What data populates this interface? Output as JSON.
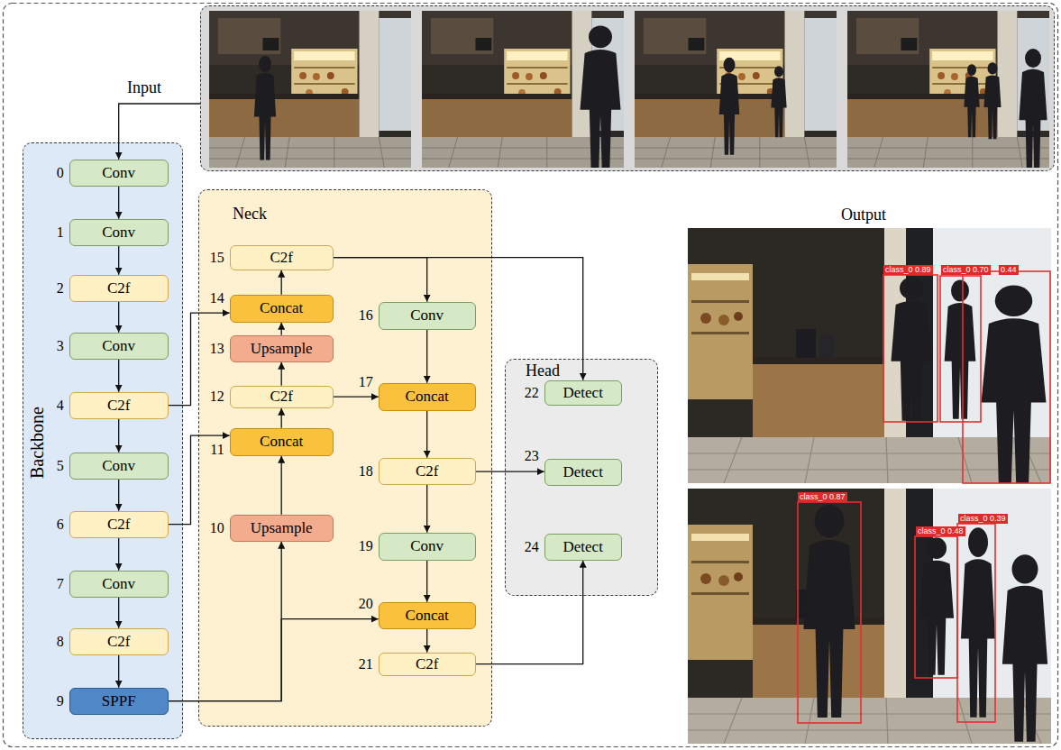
{
  "diagram": {
    "nodes": [
      {
        "text": [
          "Input"
        ]
      },
      {
        "text": [
          "Backbone"
        ]
      },
      {
        "text": [
          "0",
          "Conv"
        ],
        "in": 1
      },
      {
        "text": [
          "1",
          "Conv"
        ],
        "in": 1
      },
      {
        "text": [
          "2",
          "C2f"
        ],
        "in": 1
      },
      {
        "text": [
          "3",
          "Conv"
        ],
        "in": 1
      },
      {
        "text": [
          "4",
          "C2f"
        ],
        "in": 1
      },
      {
        "text": [
          "5",
          "Conv"
        ],
        "in": 1
      },
      {
        "text": [
          "6",
          "C2f"
        ],
        "in": 1
      },
      {
        "text": [
          "7",
          "Conv"
        ],
        "in": 1
      },
      {
        "text": [
          "8",
          "C2f"
        ],
        "in": 1
      },
      {
        "text": [
          "9",
          "SPPF"
        ],
        "in": 1
      },
      {
        "text": [
          "Neck"
        ]
      },
      {
        "text": [
          "10",
          "Upsample"
        ],
        "in": 12
      },
      {
        "text": [
          "11",
          "Concat"
        ],
        "in": 12
      },
      {
        "text": [
          "12",
          "C2f"
        ],
        "in": 12
      },
      {
        "text": [
          "13",
          "Upsample"
        ],
        "in": 12
      },
      {
        "text": [
          "14",
          "Concat"
        ],
        "in": 12
      },
      {
        "text": [
          "15",
          "C2f"
        ],
        "in": 12
      },
      {
        "text": [
          "16",
          "Conv"
        ],
        "in": 12
      },
      {
        "text": [
          "17",
          "Concat"
        ],
        "in": 12
      },
      {
        "text": [
          "18",
          "C2f"
        ],
        "in": 12
      },
      {
        "text": [
          "19",
          "Conv"
        ],
        "in": 12
      },
      {
        "text": [
          "20",
          "Concat"
        ],
        "in": 12
      },
      {
        "text": [
          "21",
          "C2f"
        ],
        "in": 12
      },
      {
        "text": [
          "Head"
        ]
      },
      {
        "text": [
          "22",
          "Detect"
        ],
        "in": 25
      },
      {
        "text": [
          "23",
          "Detect"
        ],
        "in": 25
      },
      {
        "text": [
          "24",
          "Detect"
        ],
        "in": 25
      }
    ],
    "edges": [
      {
        "from": 0,
        "to": 2,
        "arrow": "to"
      },
      {
        "from": 2,
        "to": 3,
        "arrow": "to"
      },
      {
        "from": 3,
        "to": 4,
        "arrow": "to"
      },
      {
        "from": 4,
        "to": 5,
        "arrow": "to"
      },
      {
        "from": 5,
        "to": 6,
        "arrow": "to"
      },
      {
        "from": 6,
        "to": 7,
        "arrow": "to"
      },
      {
        "from": 7,
        "to": 8,
        "arrow": "to"
      },
      {
        "from": 8,
        "to": 9,
        "arrow": "to"
      },
      {
        "from": 9,
        "to": 10,
        "arrow": "to"
      },
      {
        "from": 10,
        "to": 11,
        "arrow": "to"
      },
      {
        "from": 11,
        "to": 13,
        "arrow": "to"
      },
      {
        "from": 11,
        "to": 23,
        "arrow": "to"
      },
      {
        "from": 13,
        "to": 14,
        "arrow": "to"
      },
      {
        "from": 8,
        "to": 14,
        "arrow": "to"
      },
      {
        "from": 14,
        "to": 15,
        "arrow": "to"
      },
      {
        "from": 15,
        "to": 16,
        "arrow": "to"
      },
      {
        "from": 16,
        "to": 17,
        "arrow": "to"
      },
      {
        "from": 6,
        "to": 17,
        "arrow": "to"
      },
      {
        "from": 17,
        "to": 18,
        "arrow": "to"
      },
      {
        "from": 18,
        "to": 19,
        "arrow": "to"
      },
      {
        "from": 18,
        "to": 26,
        "arrow": "to"
      },
      {
        "from": 15,
        "to": 20,
        "arrow": "to"
      },
      {
        "from": 19,
        "to": 20,
        "arrow": "to"
      },
      {
        "from": 20,
        "to": 21,
        "arrow": "to"
      },
      {
        "from": 21,
        "to": 27,
        "arrow": "to"
      },
      {
        "from": 21,
        "to": 22,
        "arrow": "to"
      },
      {
        "from": 22,
        "to": 23,
        "arrow": "to"
      },
      {
        "from": 23,
        "to": 24,
        "arrow": "to"
      },
      {
        "from": 24,
        "to": 28,
        "arrow": "to"
      }
    ],
    "labels": [
      "Output",
      "class_0 0.89",
      "class_0 0.70",
      "0.44",
      "class_0 0.87",
      "class_0 0.48",
      "class_0 0.39"
    ]
  }
}
